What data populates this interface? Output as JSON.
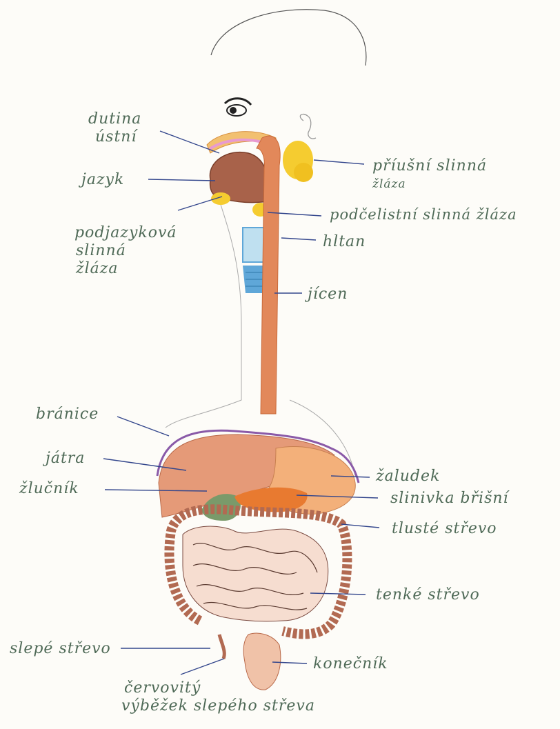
{
  "labels": {
    "mouth_cavity": [
      "dutina",
      "ústní"
    ],
    "tongue": "jazyk",
    "sublingual_gland": [
      "podjazyková",
      "slinná",
      "žláza"
    ],
    "parotid_gland": [
      "příušní slinná",
      "žláza"
    ],
    "submandibular_gland": "podčelistní slinná žláza",
    "pharynx": "hltan",
    "esophagus": "jícen",
    "diaphragm": "bránice",
    "liver": "játra",
    "gallbladder": "žlučník",
    "stomach": "žaludek",
    "pancreas": "slinivka břišní",
    "large_intestine": "tlusté střevo",
    "small_intestine": "tenké střevo",
    "cecum": "slepé střevo",
    "rectum": "konečník",
    "appendix": [
      "červovitý",
      "výběžek slepého střeva"
    ]
  },
  "colors": {
    "label_text": "#4f6a57",
    "leader_line": "#33468c",
    "esophagus": "#e2885a",
    "liver": "#e59a78",
    "diaphragm": "#8a5aa8",
    "salivary_gland": "#f5cc30",
    "pharynx_blue": "#5fa7d8",
    "intestine": "#b26a52"
  }
}
